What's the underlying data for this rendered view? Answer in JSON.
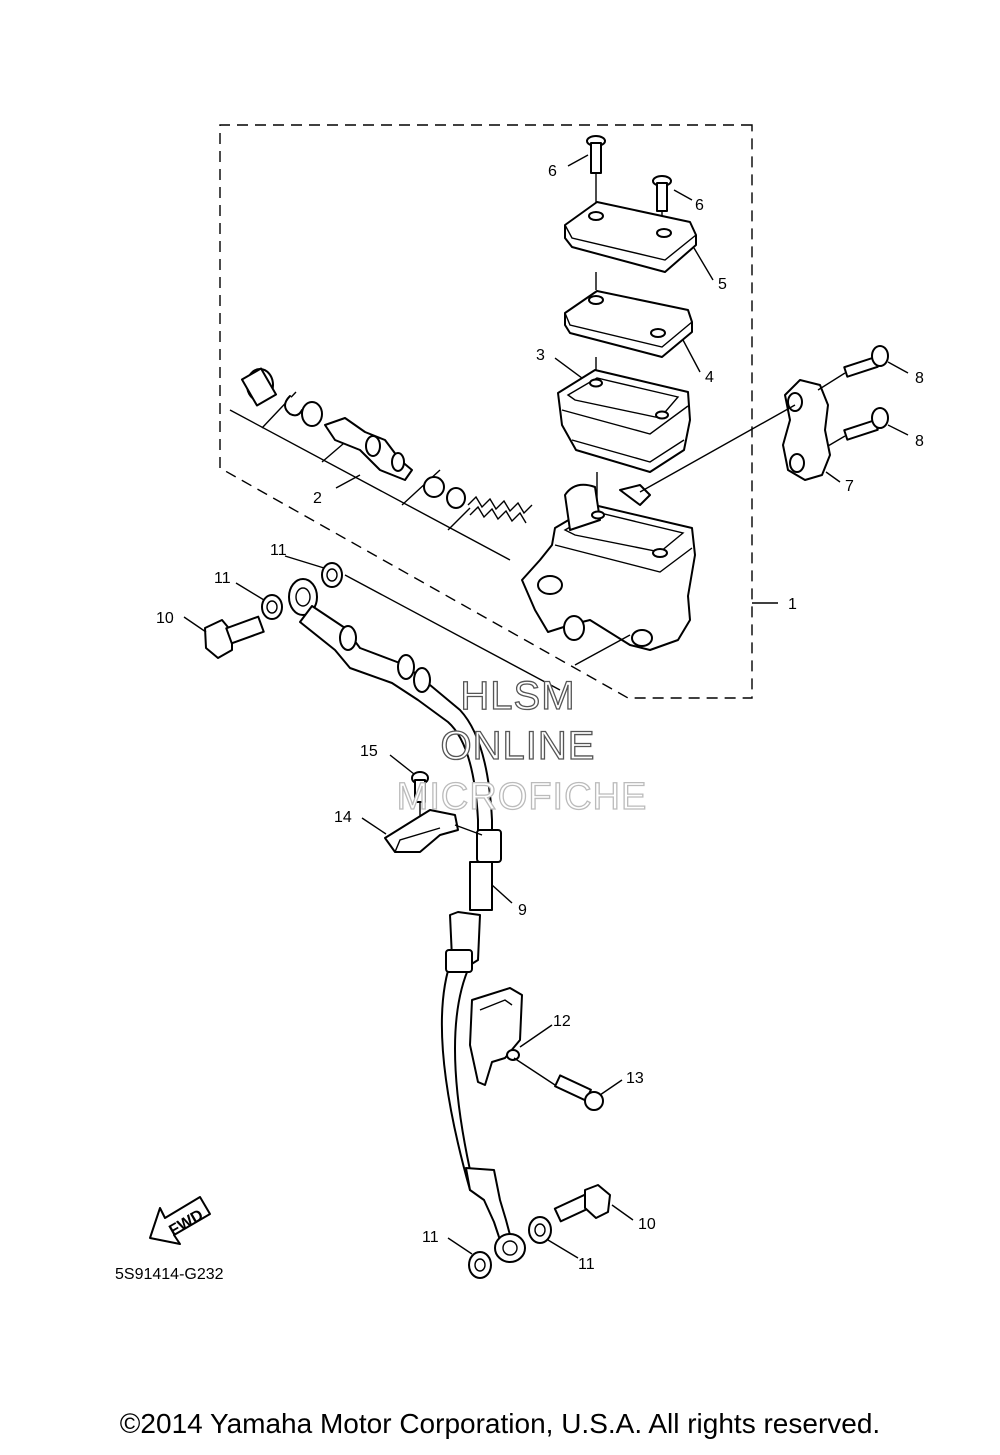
{
  "callouts": [
    {
      "label": "1"
    },
    {
      "label": "2"
    },
    {
      "label": "3"
    },
    {
      "label": "4"
    },
    {
      "label": "5"
    },
    {
      "label": "6"
    },
    {
      "label": "6"
    },
    {
      "label": "7"
    },
    {
      "label": "8"
    },
    {
      "label": "8"
    },
    {
      "label": "9"
    },
    {
      "label": "10"
    },
    {
      "label": "10"
    },
    {
      "label": "11"
    },
    {
      "label": "11"
    },
    {
      "label": "11"
    },
    {
      "label": "11"
    },
    {
      "label": "12"
    },
    {
      "label": "13"
    },
    {
      "label": "14"
    },
    {
      "label": "15"
    }
  ],
  "fwd_label": "FWD",
  "diagram_code": "5S91414-G232",
  "watermark": {
    "line1": "HLSM",
    "line2": "ONLINE",
    "line3": "MICROFICHE"
  },
  "copyright": "©2014 Yamaha Motor Corporation, U.S.A. All rights reserved."
}
